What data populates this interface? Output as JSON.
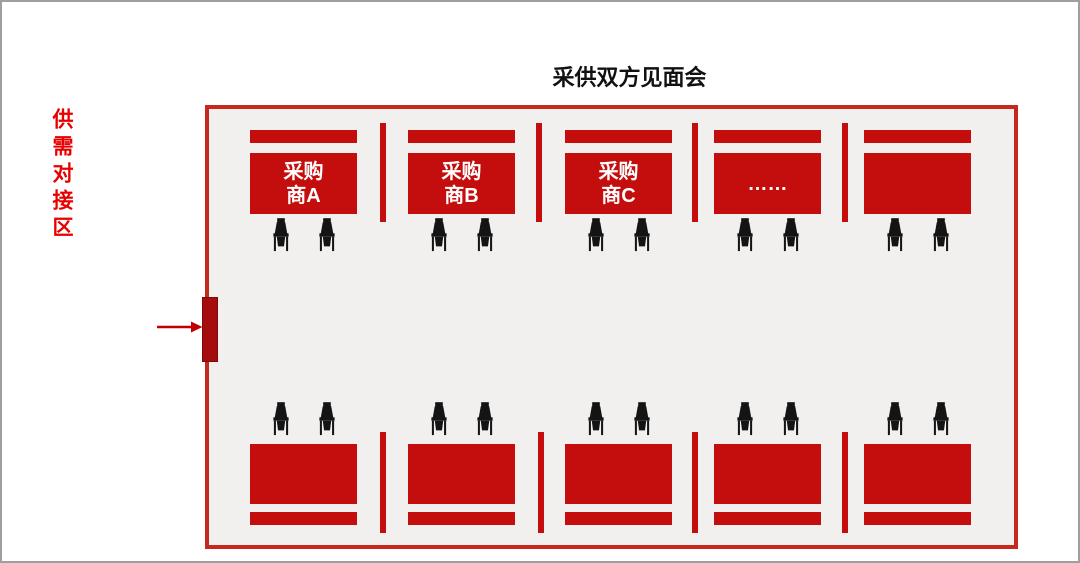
{
  "title": "采供双方见面会",
  "zone_label": "供需对接区",
  "colors": {
    "accent_red": "#c40d0d",
    "label_red": "#e80000",
    "room_border": "#c5281c",
    "room_bg": "#f1f0ef",
    "door_red": "#a50d0d",
    "arrow_red": "#c00000",
    "chair_black": "#141414",
    "booth_text": "#ffffff",
    "frame_gray": "#9e9e9e"
  },
  "room": {
    "top_booths": [
      {
        "label": "采购\n商A"
      },
      {
        "label": "采购\n商B"
      },
      {
        "label": "采购\n商C"
      },
      {
        "label": "……"
      },
      {
        "label": ""
      }
    ],
    "bottom_row": {
      "table_count": 5,
      "chairs_per_table": 2
    },
    "entrance": {
      "door_label": ""
    }
  }
}
